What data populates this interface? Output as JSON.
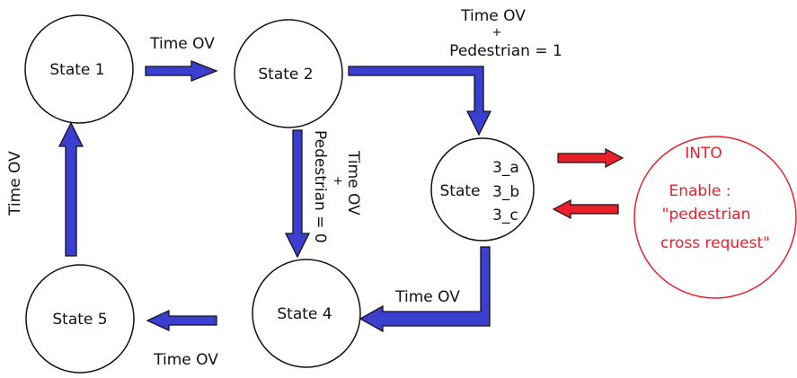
{
  "states": {
    "s1": "State 1",
    "s2": "State 2",
    "s3": "State",
    "s3a": "3_a",
    "s3b": "3_b",
    "s3c": "3_c",
    "s4": "State 4",
    "s5": "State 5"
  },
  "transitions": {
    "t12": "Time OV",
    "t23_line1": "Time OV",
    "t23_plus": "+",
    "t23_line2": "Pedestrian = 1",
    "t24_line1": "Time OV",
    "t24_plus": "+",
    "t24_line2": "Pedestrian = 0",
    "t34": "Time OV",
    "t45": "Time OV",
    "t51": "Time OV"
  },
  "note": {
    "line1": "INTO",
    "line2": "Enable :",
    "line3": "\"pedestrian",
    "line4": "cross request\""
  },
  "colors": {
    "arrow_fill": "#3a3fd0",
    "arrow_stroke": "#141414",
    "red": "#e8202a"
  }
}
